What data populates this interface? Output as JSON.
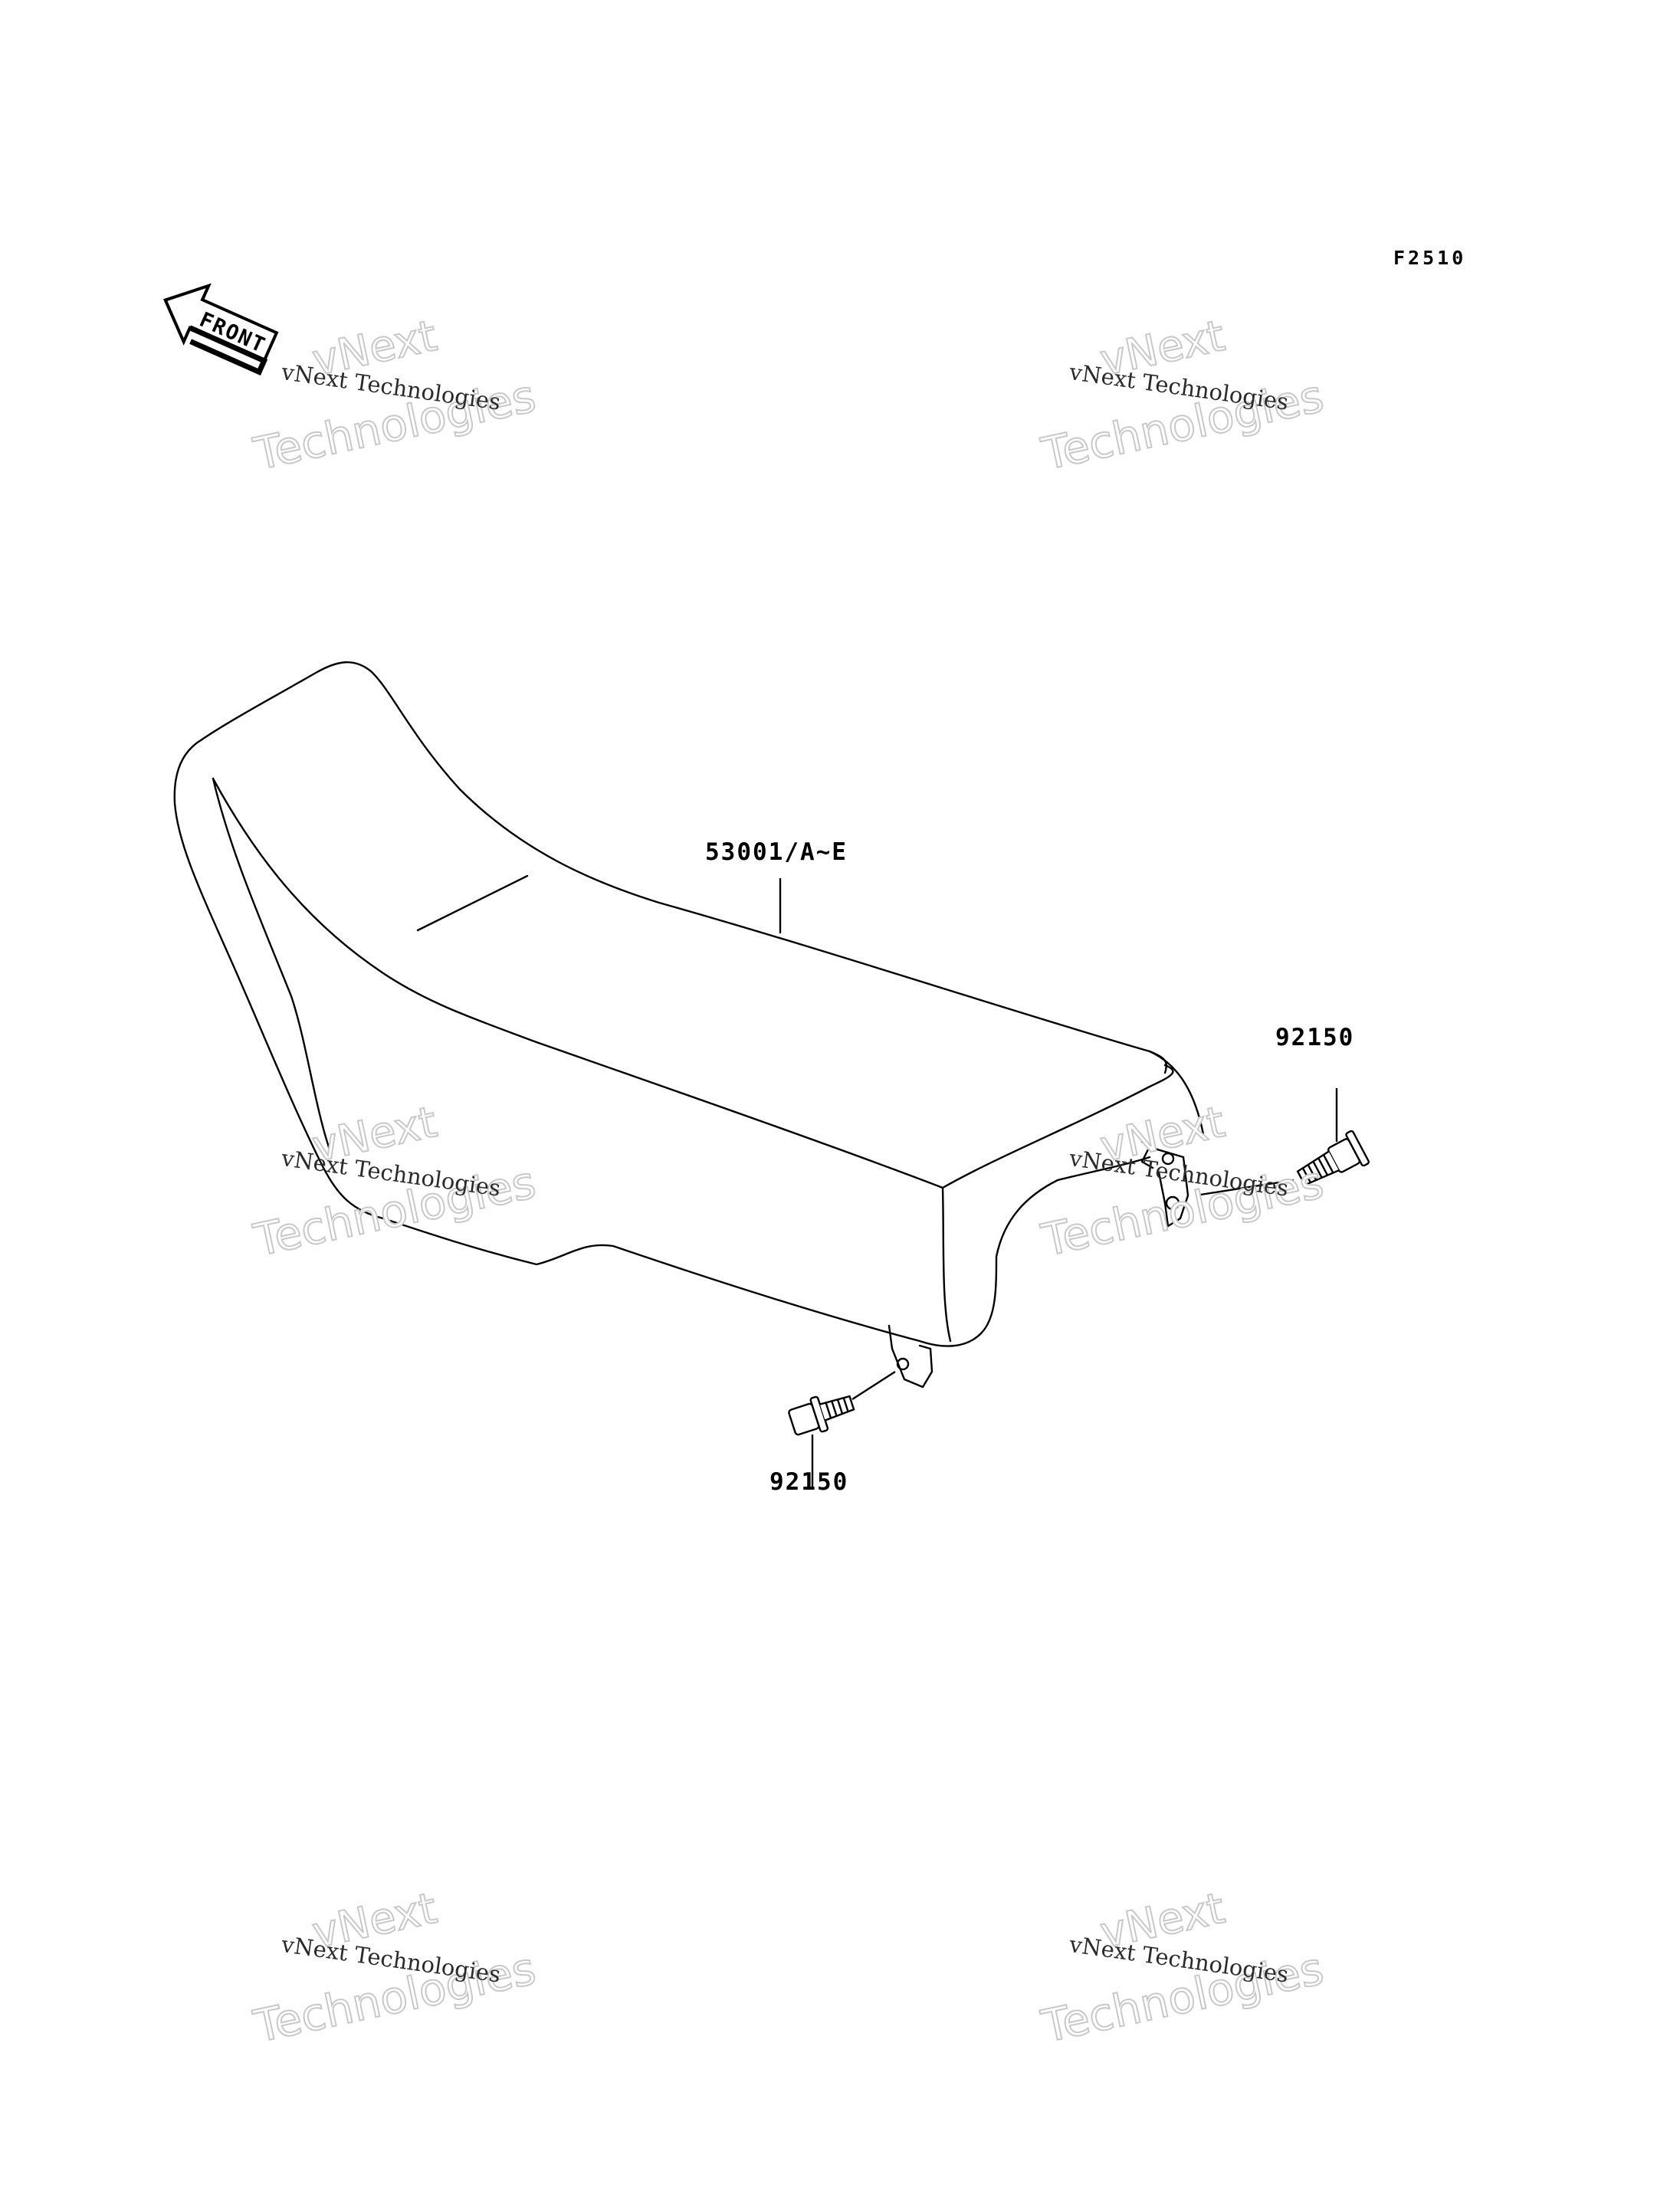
{
  "figure": {
    "code": "F2510",
    "front_label": "FRONT"
  },
  "callouts": {
    "seat_part": "53001/A~E",
    "bolt_right": "92150",
    "bolt_bottom": "92150"
  },
  "watermark": {
    "brand_short": "vNext",
    "brand_long": "Technologies",
    "caption": "vNext Technologies"
  },
  "colors": {
    "line": "#000000",
    "watermark_outline": "#c9c9c9",
    "background": "#ffffff"
  }
}
